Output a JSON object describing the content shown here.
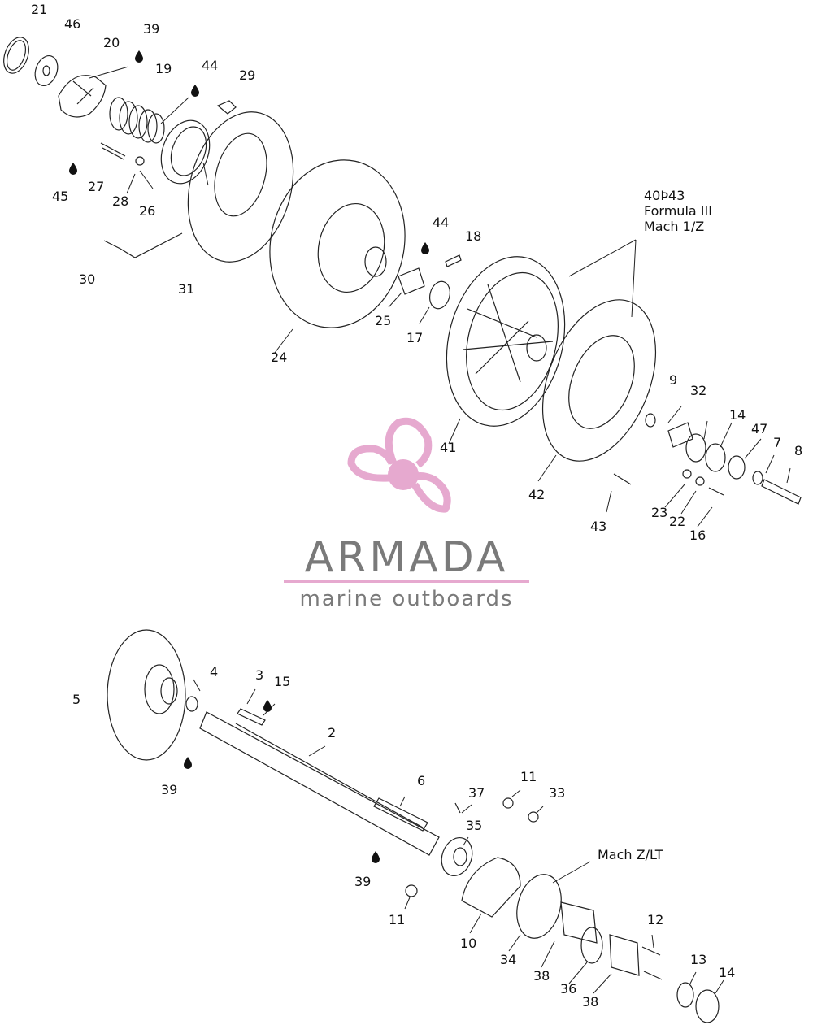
{
  "logo": {
    "name": "ARMADA",
    "tagline": "marine outboards",
    "color": "#e6a9cf",
    "text_color": "#7a7a7a",
    "icon": "propeller-icon"
  },
  "notes": {
    "group_note_line1": "40Þ43",
    "group_note_line2": "Formula III",
    "group_note_line3": "Mach 1/Z",
    "mach_note": "Mach Z/LT"
  },
  "part_labels": [
    {
      "id": "21",
      "text": "21"
    },
    {
      "id": "46",
      "text": "46"
    },
    {
      "id": "20",
      "text": "20"
    },
    {
      "id": "39a",
      "text": "39"
    },
    {
      "id": "19",
      "text": "19"
    },
    {
      "id": "44a",
      "text": "44"
    },
    {
      "id": "29",
      "text": "29"
    },
    {
      "id": "45",
      "text": "45"
    },
    {
      "id": "27",
      "text": "27"
    },
    {
      "id": "28",
      "text": "28"
    },
    {
      "id": "26",
      "text": "26"
    },
    {
      "id": "30",
      "text": "30"
    },
    {
      "id": "31",
      "text": "31"
    },
    {
      "id": "24",
      "text": "24"
    },
    {
      "id": "44b",
      "text": "44"
    },
    {
      "id": "18",
      "text": "18"
    },
    {
      "id": "25",
      "text": "25"
    },
    {
      "id": "17",
      "text": "17"
    },
    {
      "id": "41",
      "text": "41"
    },
    {
      "id": "9",
      "text": "9"
    },
    {
      "id": "32",
      "text": "32"
    },
    {
      "id": "14a",
      "text": "14"
    },
    {
      "id": "47",
      "text": "47"
    },
    {
      "id": "7",
      "text": "7"
    },
    {
      "id": "8",
      "text": "8"
    },
    {
      "id": "42",
      "text": "42"
    },
    {
      "id": "43",
      "text": "43"
    },
    {
      "id": "23",
      "text": "23"
    },
    {
      "id": "22",
      "text": "22"
    },
    {
      "id": "16",
      "text": "16"
    },
    {
      "id": "5",
      "text": "5"
    },
    {
      "id": "4",
      "text": "4"
    },
    {
      "id": "3",
      "text": "3"
    },
    {
      "id": "15",
      "text": "15"
    },
    {
      "id": "2",
      "text": "2"
    },
    {
      "id": "39b",
      "text": "39"
    },
    {
      "id": "6",
      "text": "6"
    },
    {
      "id": "11a",
      "text": "11"
    },
    {
      "id": "37",
      "text": "37"
    },
    {
      "id": "33",
      "text": "33"
    },
    {
      "id": "35",
      "text": "35"
    },
    {
      "id": "39c",
      "text": "39"
    },
    {
      "id": "11b",
      "text": "11"
    },
    {
      "id": "10",
      "text": "10"
    },
    {
      "id": "34",
      "text": "34"
    },
    {
      "id": "38a",
      "text": "38"
    },
    {
      "id": "36",
      "text": "36"
    },
    {
      "id": "38b",
      "text": "38"
    },
    {
      "id": "12",
      "text": "12"
    },
    {
      "id": "13",
      "text": "13"
    },
    {
      "id": "14b",
      "text": "14"
    }
  ]
}
